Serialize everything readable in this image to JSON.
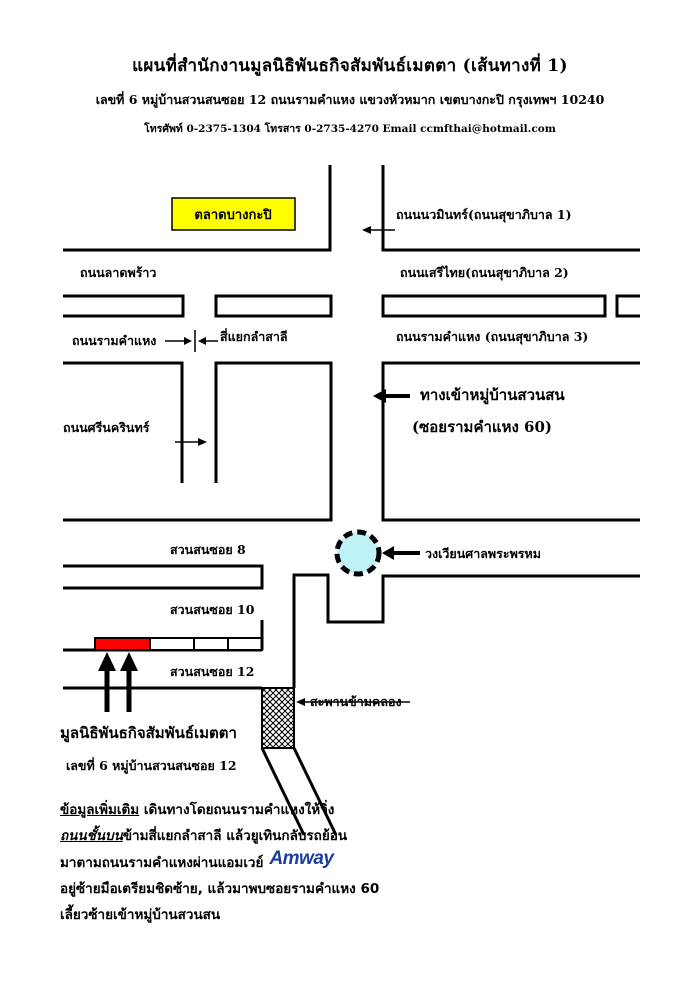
{
  "header": {
    "title": "แผนที่สำนักงานมูลนิธิพันธกิจสัมพันธ์เมตตา (เส้นทางที่ 1)",
    "address": "เลขที่ 6 หมู่บ้านสวนสนซอย 12 ถนนรามคำแหง แขวงหัวหมาก เขตบางกะปิ กรุงเทพฯ 10240",
    "contact": "โทรศัพท์ 0-2375-1304   โทรสาร 0-2735-4270  Email ccmfthai@hotmail.com"
  },
  "map": {
    "market": "ตลาดบางกะปิ",
    "road_nawamin": "ถนนนวมินทร์(ถนนสุขาภิบาล 1)",
    "road_ladprao": "ถนนลาดพร้าว",
    "road_serithai": "ถนนเสรีไทย(ถนนสุขาภิบาล 2)",
    "road_ramkhamhaeng_left": "ถนนรามคำแหง",
    "intersection": "สี่แยกลำสาลี",
    "road_ramkhamhaeng_right": "ถนนรามคำแหง (ถนนสุขาภิบาล 3)",
    "village_entrance": "ทางเข้าหมู่บ้านสวนสน",
    "soi_ramkhamhaeng": "(ซอยรามคำแหง 60)",
    "road_srinakarin": "ถนนศรีนครินทร์",
    "soi_8": "สวนสนซอย  8",
    "roundabout": "วงเวียนศาลพระพรหม",
    "soi_10": "สวนสนซอย 10",
    "soi_12": "สวนสนซอย 12",
    "bridge": "สะพานข้ามคลอง",
    "foundation": "มูลนิธิพันธกิจสัมพันธ์เมตตา",
    "foundation_address": "เลขที่ 6 หมู่บ้านสวนสนซอย 12"
  },
  "colors": {
    "market_fill": "#ffff00",
    "building_fill": "#ff0000",
    "roundabout_fill": "#bff2f7",
    "amway_blue": "#1a3f9e"
  },
  "notes": {
    "heading": "ข้อมูลเพิ่มเติม",
    "line1_rest": " เดินทางโดยถนนรามคำแหงให้วิ่ง",
    "emph": "ถนนชั้นบน",
    "line2_rest": "ข้ามสี่แยกลำสาลี แล้วยูเทินกลับรถย้อน",
    "line3": "มาตามถนนรามคำแหงผ่านแอมเวย์",
    "amway": "Amway",
    "line4": "อยู่ซ้ายมือเตรียมชิดซ้าย, แล้วมาพบซอยรามคำแหง 60",
    "line5": "เลี้ยวซ้ายเข้าหมู่บ้านสวนสน"
  }
}
